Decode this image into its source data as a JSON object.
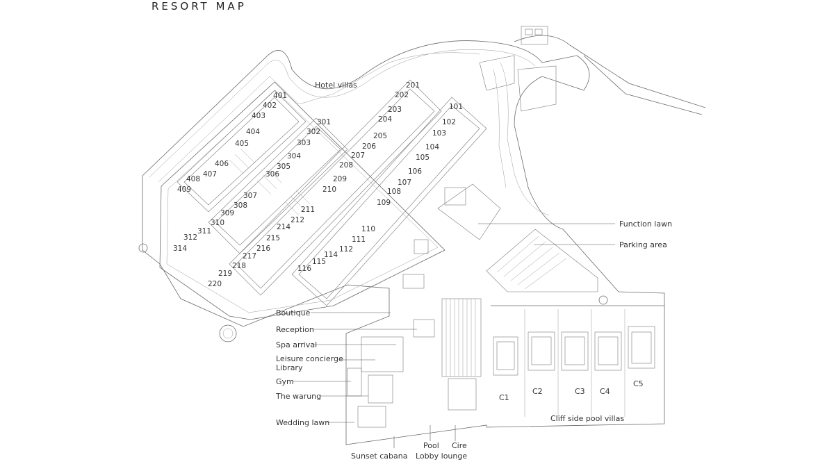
{
  "title": "RESORT MAP",
  "areas": {
    "hotel_villas": "Hotel villas",
    "function_lawn": "Function lawn",
    "parking_area": "Parking area",
    "boutique": "Boutique",
    "reception": "Reception",
    "spa_arrival": "Spa arrival",
    "leisure_concierge": "Leisure concierge",
    "library": "Library",
    "gym": "Gym",
    "the_warung": "The warung",
    "wedding_lawn": "Wedding lawn",
    "sunset_cabana": "Sunset cabana",
    "pool": "Pool",
    "lobby_lounge": "Lobby lounge",
    "cire": "Cire",
    "cliff_side_pool_villas": "Cliff side pool villas"
  },
  "rooms": {
    "r401": "401",
    "r402": "402",
    "r403": "403",
    "r404": "404",
    "r405": "405",
    "r406": "406",
    "r407": "407",
    "r408": "408",
    "r409": "409",
    "r301": "301",
    "r302": "302",
    "r303": "303",
    "r304": "304",
    "r305": "305",
    "r306": "306",
    "r307": "307",
    "r308": "308",
    "r309": "309",
    "r310": "310",
    "r311": "311",
    "r312": "312",
    "r314": "314",
    "r201": "201",
    "r202": "202",
    "r203": "203",
    "r204": "204",
    "r205": "205",
    "r206": "206",
    "r207": "207",
    "r208": "208",
    "r209": "209",
    "r210": "210",
    "r211": "211",
    "r212": "212",
    "r214": "214",
    "r215": "215",
    "r216": "216",
    "r217": "217",
    "r218": "218",
    "r219": "219",
    "r220": "220",
    "r101": "101",
    "r102": "102",
    "r103": "103",
    "r104": "104",
    "r105": "105",
    "r106": "106",
    "r107": "107",
    "r108": "108",
    "r109": "109",
    "r110": "110",
    "r111": "111",
    "r112": "112",
    "r114": "114",
    "r115": "115",
    "r116": "116"
  },
  "cliff_villas": {
    "c1": "C1",
    "c2": "C2",
    "c3": "C3",
    "c4": "C4",
    "c5": "C5"
  }
}
